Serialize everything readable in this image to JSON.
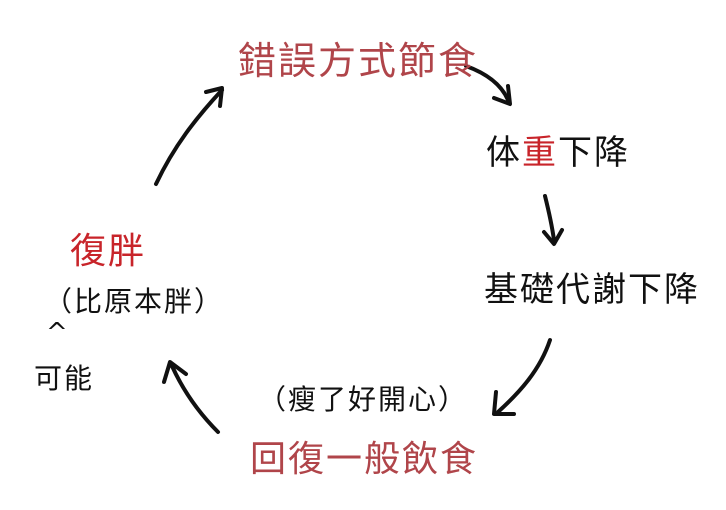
{
  "diagram": {
    "top_node": "錯誤方式節食",
    "right_node_1_prefix": "体",
    "right_node_1_highlight": "重",
    "right_node_1_suffix": "下降",
    "right_node_2": "基礎代謝下降",
    "bottom_note": "（瘦了好開心）",
    "bottom_node": "回復一般飲食",
    "left_node": "復胖",
    "left_subtext": "（比原本胖）",
    "left_caret": "^",
    "left_aside": "可能"
  },
  "colors": {
    "accent_red": "#b0454a",
    "highlight_red": "#c8242a",
    "ink": "#111111"
  }
}
